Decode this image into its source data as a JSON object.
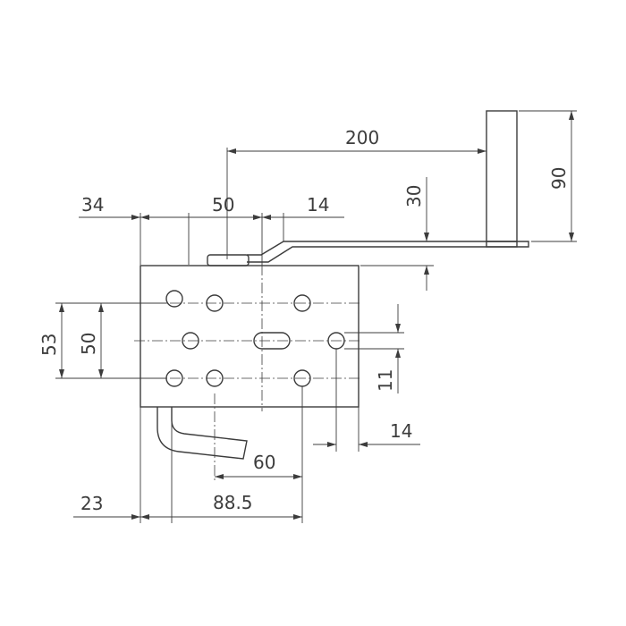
{
  "dimensions": {
    "d200": "200",
    "d90": "90",
    "d30": "30",
    "d34": "34",
    "d50_top": "50",
    "d14_top": "14",
    "d53": "53",
    "d50_left": "50",
    "d11": "11",
    "d14_right": "14",
    "d60": "60",
    "d23": "23",
    "d88_5": "88.5"
  }
}
